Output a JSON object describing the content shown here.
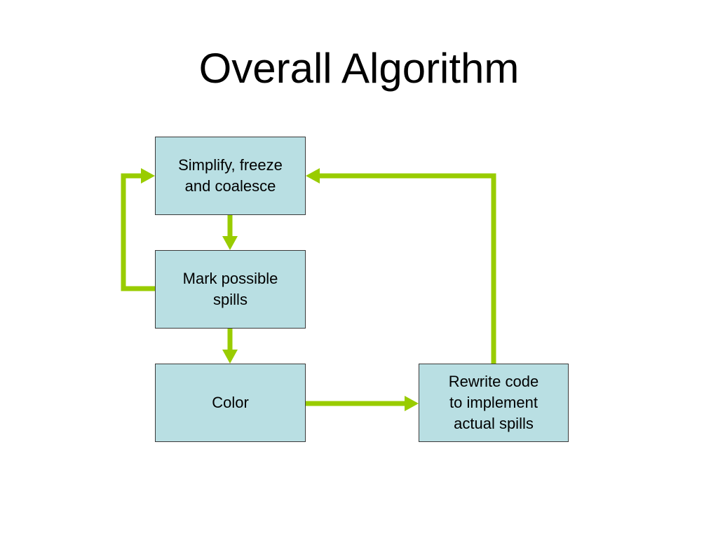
{
  "slide": {
    "title": "Overall Algorithm"
  },
  "diagram": {
    "nodes": [
      {
        "id": "simplify",
        "label": "Simplify, freeze\nand coalesce"
      },
      {
        "id": "mark",
        "label": "Mark possible\nspills"
      },
      {
        "id": "color",
        "label": "Color"
      },
      {
        "id": "rewrite",
        "label": "Rewrite code\nto implement\nactual spills"
      }
    ],
    "edges": [
      {
        "from": "simplify",
        "to": "mark"
      },
      {
        "from": "mark",
        "to": "color"
      },
      {
        "from": "color",
        "to": "rewrite"
      },
      {
        "from": "mark",
        "to": "simplify"
      },
      {
        "from": "rewrite",
        "to": "simplify"
      }
    ],
    "colors": {
      "box_fill": "#b9dfe3",
      "box_border": "#3a3a3a",
      "arrow": "#99cc00"
    }
  }
}
